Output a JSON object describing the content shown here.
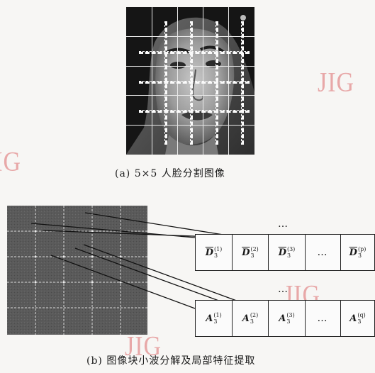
{
  "watermark": "JIG",
  "captions": {
    "a": "(a) 5×5 人脸分割图像",
    "b": "(b) 图像块小波分解及局部特征提取"
  },
  "rows": {
    "detail": {
      "base": "D",
      "cells": [
        {
          "sub": "3",
          "sup": "(1)"
        },
        {
          "sub": "3",
          "sup": "(2)"
        },
        {
          "sub": "3",
          "sup": "(3)"
        },
        {
          "ellipsis": "…"
        },
        {
          "sub": "3",
          "sup": "(p)"
        }
      ],
      "dots_above": "…"
    },
    "approx": {
      "base": "A",
      "cells": [
        {
          "sub": "3",
          "sup": "(1)"
        },
        {
          "sub": "3",
          "sup": "(2)"
        },
        {
          "sub": "3",
          "sup": "(3)"
        },
        {
          "ellipsis": "…"
        },
        {
          "sub": "3",
          "sup": "(q)"
        }
      ],
      "dots_above": "…"
    }
  }
}
